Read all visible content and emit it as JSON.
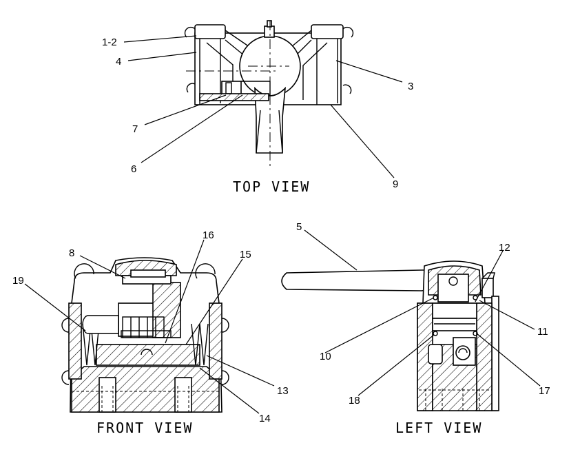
{
  "views": {
    "top": "TOP VIEW",
    "front": "FRONT VIEW",
    "left": "LEFT VIEW"
  },
  "callouts": {
    "c1_2": "1-2",
    "c3": "3",
    "c4": "4",
    "c5": "5",
    "c6": "6",
    "c7": "7",
    "c8": "8",
    "c9": "9",
    "c10": "10",
    "c11": "11",
    "c12": "12",
    "c13": "13",
    "c14": "14",
    "c15": "15",
    "c16": "16",
    "c17": "17",
    "c18": "18",
    "c19": "19"
  }
}
